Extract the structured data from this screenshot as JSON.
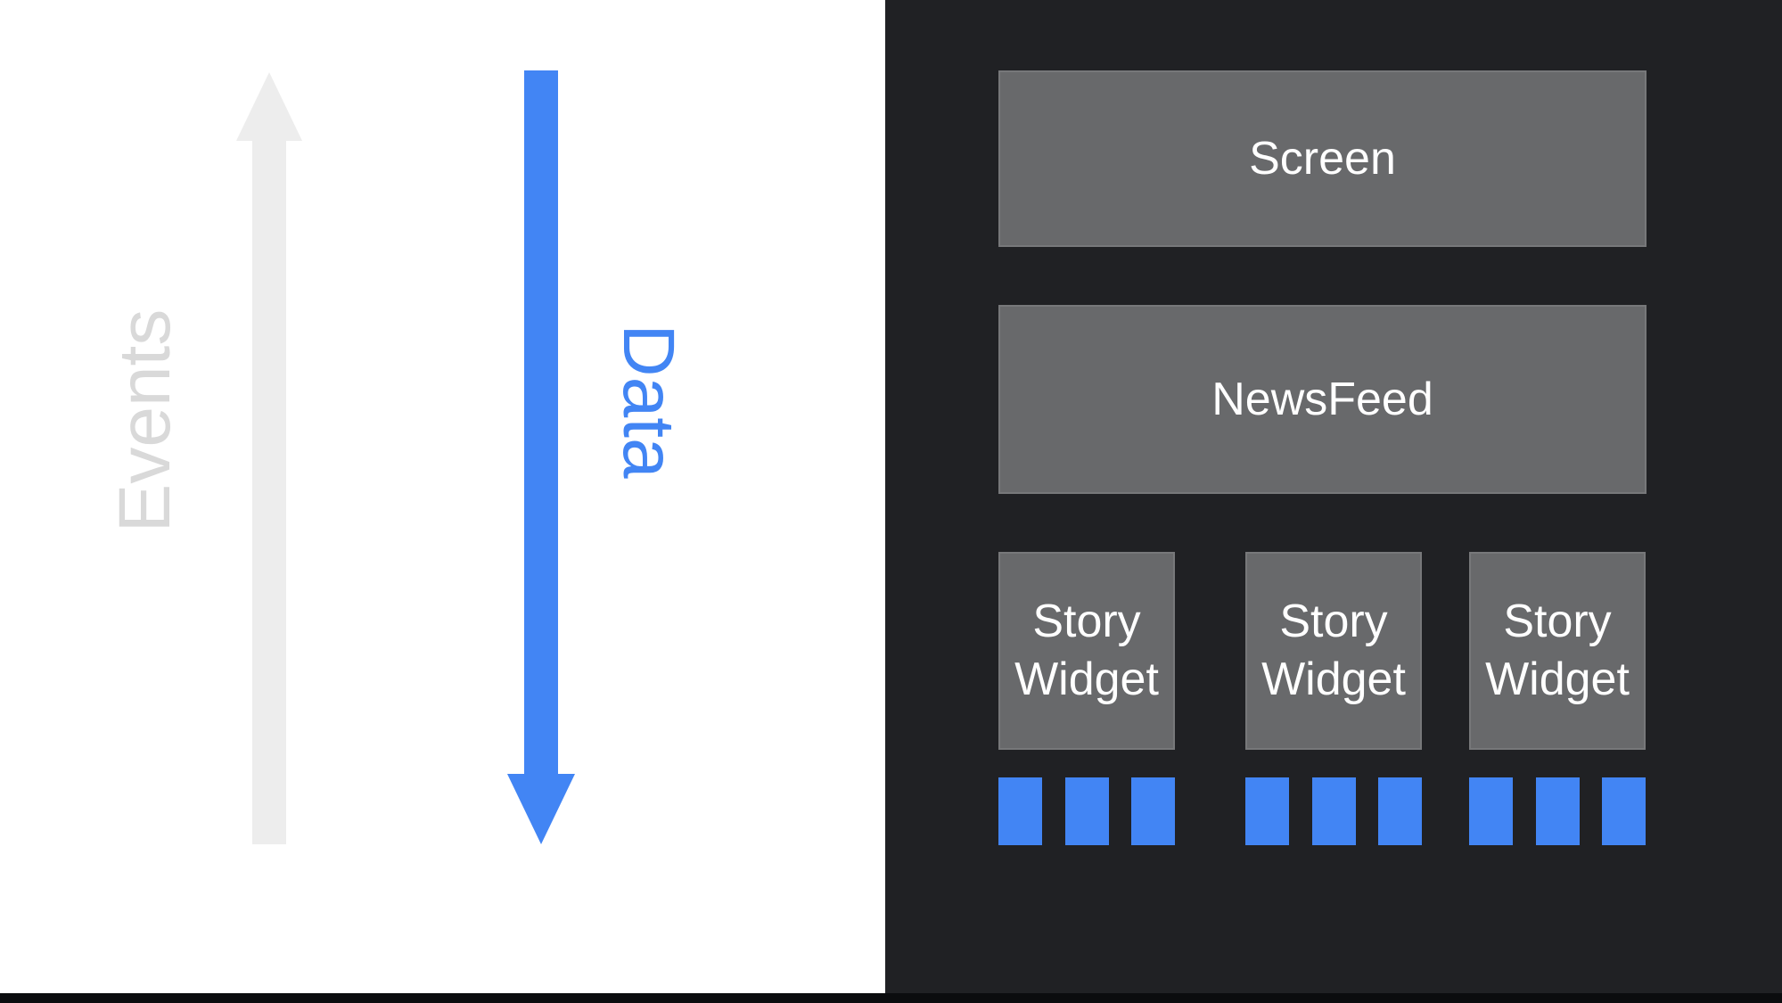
{
  "flow": {
    "events_label": "Events",
    "data_label": "Data"
  },
  "widget_tree": {
    "screen_label": "Screen",
    "newsfeed_label": "NewsFeed",
    "story_widgets": [
      {
        "label": "Story Widget",
        "data_square_count": 3
      },
      {
        "label": "Story Widget",
        "data_square_count": 3
      },
      {
        "label": "Story Widget",
        "data_square_count": 3
      }
    ]
  },
  "colors": {
    "accent_blue": "#4285f4",
    "panel_dark": "#202124",
    "box_gray": "#68696b",
    "box_text_white": "#ffffff",
    "arrow_light_gray": "#ededed",
    "events_text_gray": "#d9d9d9",
    "white": "#ffffff",
    "bottom_bar": "#0b0c0e"
  }
}
